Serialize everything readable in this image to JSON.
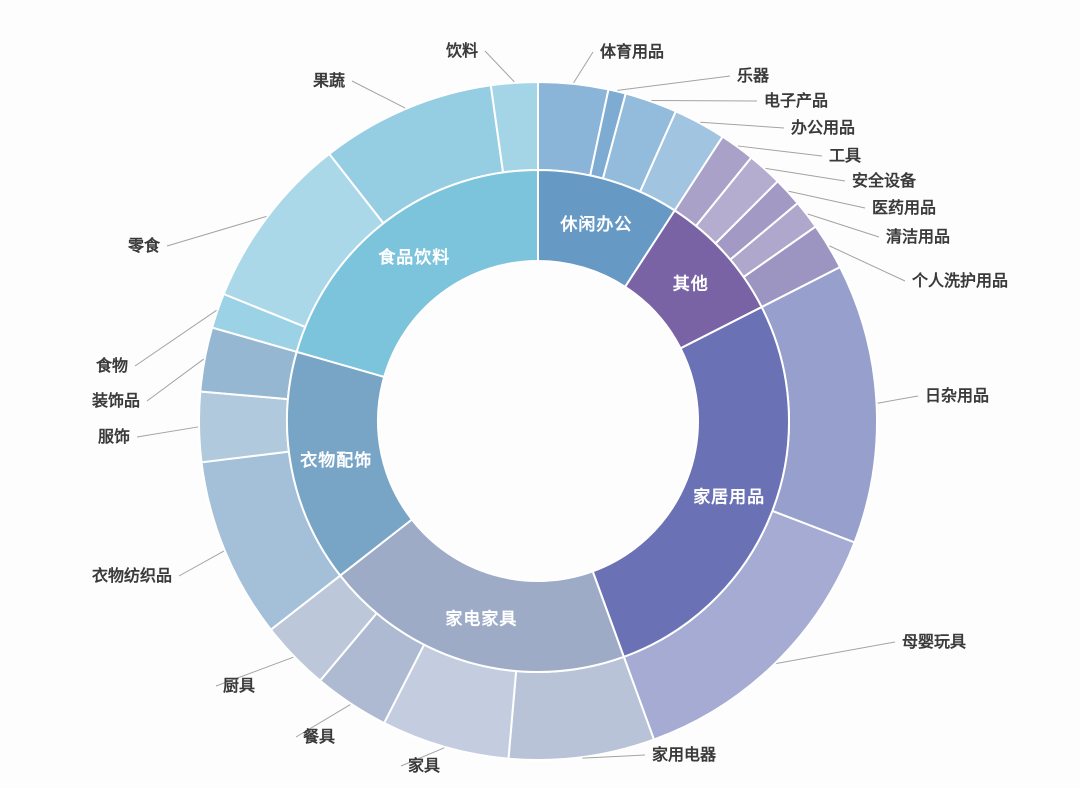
{
  "chart_data": {
    "type": "pie",
    "subtype": "sunburst-two-ring-donut",
    "title": "",
    "unit": "degrees_of_arc_estimated",
    "legend_position": "none",
    "inner_label_color": "#ffffff",
    "leader_line_color": "#a3a3a3",
    "background_color": "#fdfdfd",
    "series": [
      {
        "name": "休闲办公",
        "value": 33,
        "color": "#6699c4",
        "children": [
          {
            "name": "体育用品",
            "value": 12,
            "color": "#8ab4d8"
          },
          {
            "name": "乐器",
            "value": 3,
            "color": "#7dabd2"
          },
          {
            "name": "电子产品",
            "value": 9,
            "color": "#93bcdc"
          },
          {
            "name": "办公用品",
            "value": 9,
            "color": "#a1c4e0"
          }
        ]
      },
      {
        "name": "其他",
        "value": 30,
        "color": "#7a63a5",
        "children": [
          {
            "name": "工具",
            "value": 6,
            "color": "#a9a1c8"
          },
          {
            "name": "安全设备",
            "value": 6,
            "color": "#b4adcf"
          },
          {
            "name": "医药用品",
            "value": 5,
            "color": "#a29ac4"
          },
          {
            "name": "清洁用品",
            "value": 5,
            "color": "#b0a8cc"
          },
          {
            "name": "个人洗护用品",
            "value": 8,
            "color": "#9d95c1"
          }
        ]
      },
      {
        "name": "家居用品",
        "value": 97,
        "color": "#6a71b4",
        "children": [
          {
            "name": "日杂用品",
            "value": 48,
            "color": "#979fcc"
          },
          {
            "name": "母婴玩具",
            "value": 49,
            "color": "#a5abd3"
          }
        ]
      },
      {
        "name": "家电家具",
        "value": 72,
        "color": "#9dabc7",
        "children": [
          {
            "name": "家用电器",
            "value": 25,
            "color": "#b9c3d7"
          },
          {
            "name": "家具",
            "value": 22,
            "color": "#c4cde0"
          },
          {
            "name": "餐具",
            "value": 13,
            "color": "#aebad1"
          },
          {
            "name": "厨具",
            "value": 12,
            "color": "#bdc7da"
          }
        ]
      },
      {
        "name": "衣物配饰",
        "value": 54,
        "color": "#78a5c6",
        "children": [
          {
            "name": "衣物纺织品",
            "value": 31,
            "color": "#a3c0d8"
          },
          {
            "name": "服饰",
            "value": 12,
            "color": "#b0c9dd"
          },
          {
            "name": "装饰品",
            "value": 11,
            "color": "#96b7d2"
          }
        ]
      },
      {
        "name": "食品饮料",
        "value": 74,
        "color": "#7cc3dc",
        "children": [
          {
            "name": "食物",
            "value": 6,
            "color": "#9cd2e5"
          },
          {
            "name": "零食",
            "value": 30,
            "color": "#aad8e9"
          },
          {
            "name": "果蔬",
            "value": 30,
            "color": "#95cee2"
          },
          {
            "name": "饮料",
            "value": 8,
            "color": "#a3d5e7"
          }
        ]
      }
    ]
  }
}
